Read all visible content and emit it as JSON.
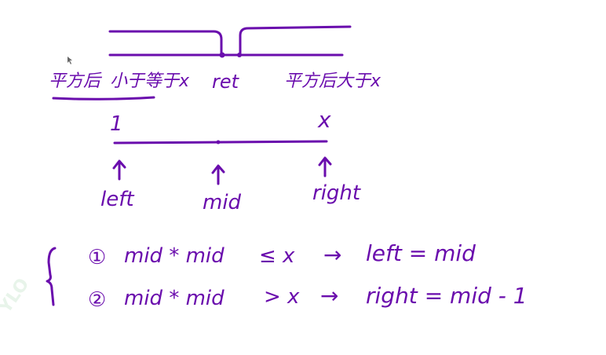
{
  "colors": {
    "ink": "#6a0dad",
    "background": "#ffffff"
  },
  "top_labels": {
    "square_le_label": "平方后",
    "less_label": "小于等于x",
    "ret_label": "ret",
    "square_gt_label": "平方后大于x"
  },
  "range": {
    "start": "1",
    "end": "x"
  },
  "pointers": {
    "left": "left",
    "mid": "mid",
    "right": "right"
  },
  "rules": [
    {
      "number": "①",
      "condition": "mid * mid",
      "operator": "≤ x",
      "arrow": "→",
      "action": "left = mid"
    },
    {
      "number": "②",
      "condition": "mid * mid",
      "operator": "> x",
      "arrow": "→",
      "action": "right = mid - 1"
    }
  ]
}
